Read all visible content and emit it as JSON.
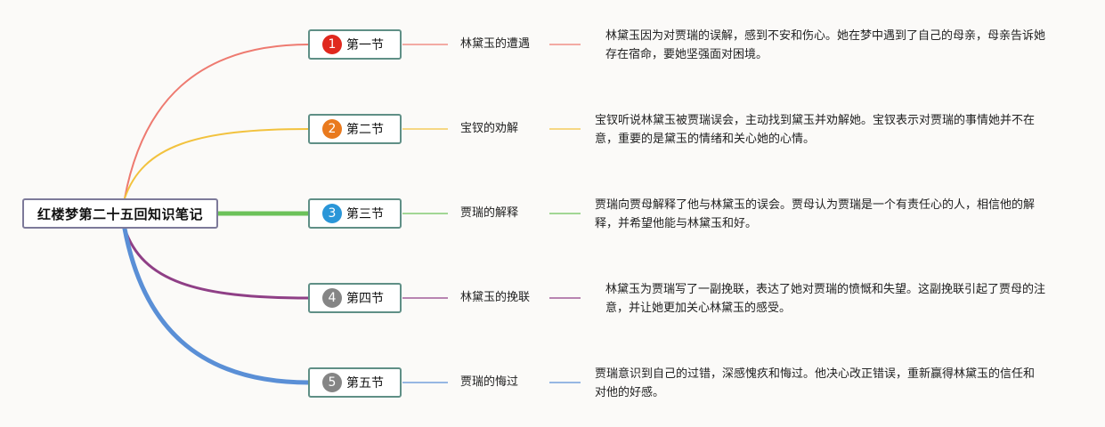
{
  "root": {
    "title": "红楼梦第二十五回知识笔记"
  },
  "sections": [
    {
      "num": "1",
      "label": "第一节",
      "color": "#e0281e",
      "line_color": "#ee7a70",
      "topic": "林黛玉的遭遇",
      "desc": "林黛玉因为对贾瑞的误解，感到不安和伤心。她在梦中遇到了自己的母亲，母亲告诉她存在宿命，要她坚强面对困境。"
    },
    {
      "num": "2",
      "label": "第二节",
      "color": "#e97a1e",
      "line_color": "#f2c23e",
      "topic": "宝钗的劝解",
      "desc": "宝钗听说林黛玉被贾瑞误会，主动找到黛玉并劝解她。宝钗表示对贾瑞的事情她并不在意，重要的是黛玉的情绪和关心她的心情。"
    },
    {
      "num": "3",
      "label": "第三节",
      "color": "#2a96d8",
      "line_color": "#6cc25a",
      "topic": "贾瑞的解释",
      "desc": "贾瑞向贾母解释了他与林黛玉的误会。贾母认为贾瑞是一个有责任心的人，相信他的解释，并希望他能与林黛玉和好。"
    },
    {
      "num": "4",
      "label": "第四节",
      "color": "#858585",
      "line_color": "#8f3f86",
      "topic": "林黛玉的挽联",
      "desc": "林黛玉为贾瑞写了一副挽联，表达了她对贾瑞的愤慨和失望。这副挽联引起了贾母的注意，并让她更加关心林黛玉的感受。"
    },
    {
      "num": "5",
      "label": "第五节",
      "color": "#858585",
      "line_color": "#5a8fd6",
      "topic": "贾瑞的悔过",
      "desc": "贾瑞意识到自己的过错，深感愧疚和悔过。他决心改正错误，重新赢得林黛玉的信任和对他的好感。"
    }
  ]
}
